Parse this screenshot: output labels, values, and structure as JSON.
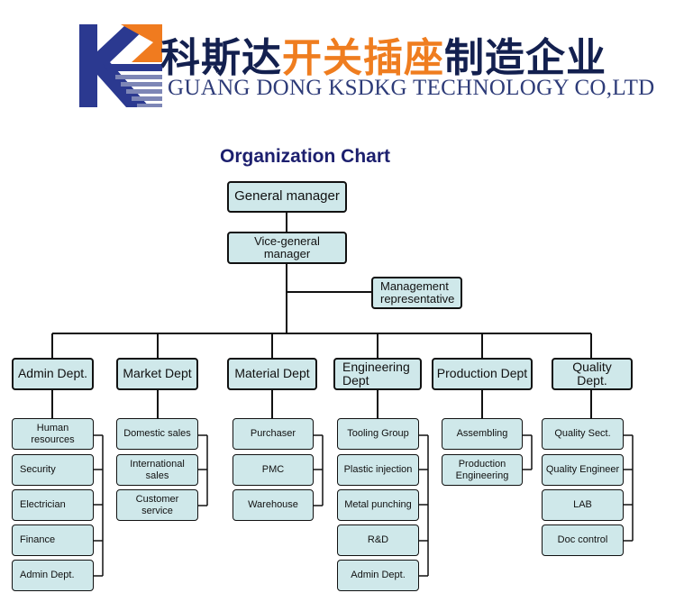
{
  "header": {
    "company_cn_part1": "科斯达",
    "company_cn_part2": "开关插座",
    "company_cn_part3": "制造企业",
    "company_en": "GUANG DONG KSDKG TECHNOLOGY CO,LTD",
    "logo_colors": {
      "navy": "#2b3990",
      "orange": "#f07b1f",
      "stripe": "#7d86b6"
    }
  },
  "chart": {
    "title": "Organization Chart",
    "box_fill": "#cfe8ea",
    "general_manager": "General manager",
    "vice_general_manager": "Vice-general manager",
    "management_representative": "Management representative",
    "departments": [
      {
        "name": "Admin Dept.",
        "units": [
          "Human resources",
          "Security",
          "Electrician",
          "Finance",
          "Admin Dept."
        ]
      },
      {
        "name": "Market Dept",
        "units": [
          "Domestic sales",
          "International sales",
          "Customer service"
        ]
      },
      {
        "name": "Material Dept",
        "units": [
          "Purchaser",
          "PMC",
          "Warehouse"
        ]
      },
      {
        "name": "Engineering Dept",
        "units": [
          "Tooling Group",
          "Plastic injection",
          "Metal punching",
          "R&D",
          "Admin Dept."
        ]
      },
      {
        "name": "Production Dept",
        "units": [
          "Assembling",
          "Production Engineering"
        ]
      },
      {
        "name": "Quality Dept.",
        "units": [
          "Quality Sect.",
          "Quality Engineer",
          "LAB",
          "Doc control"
        ]
      }
    ]
  }
}
